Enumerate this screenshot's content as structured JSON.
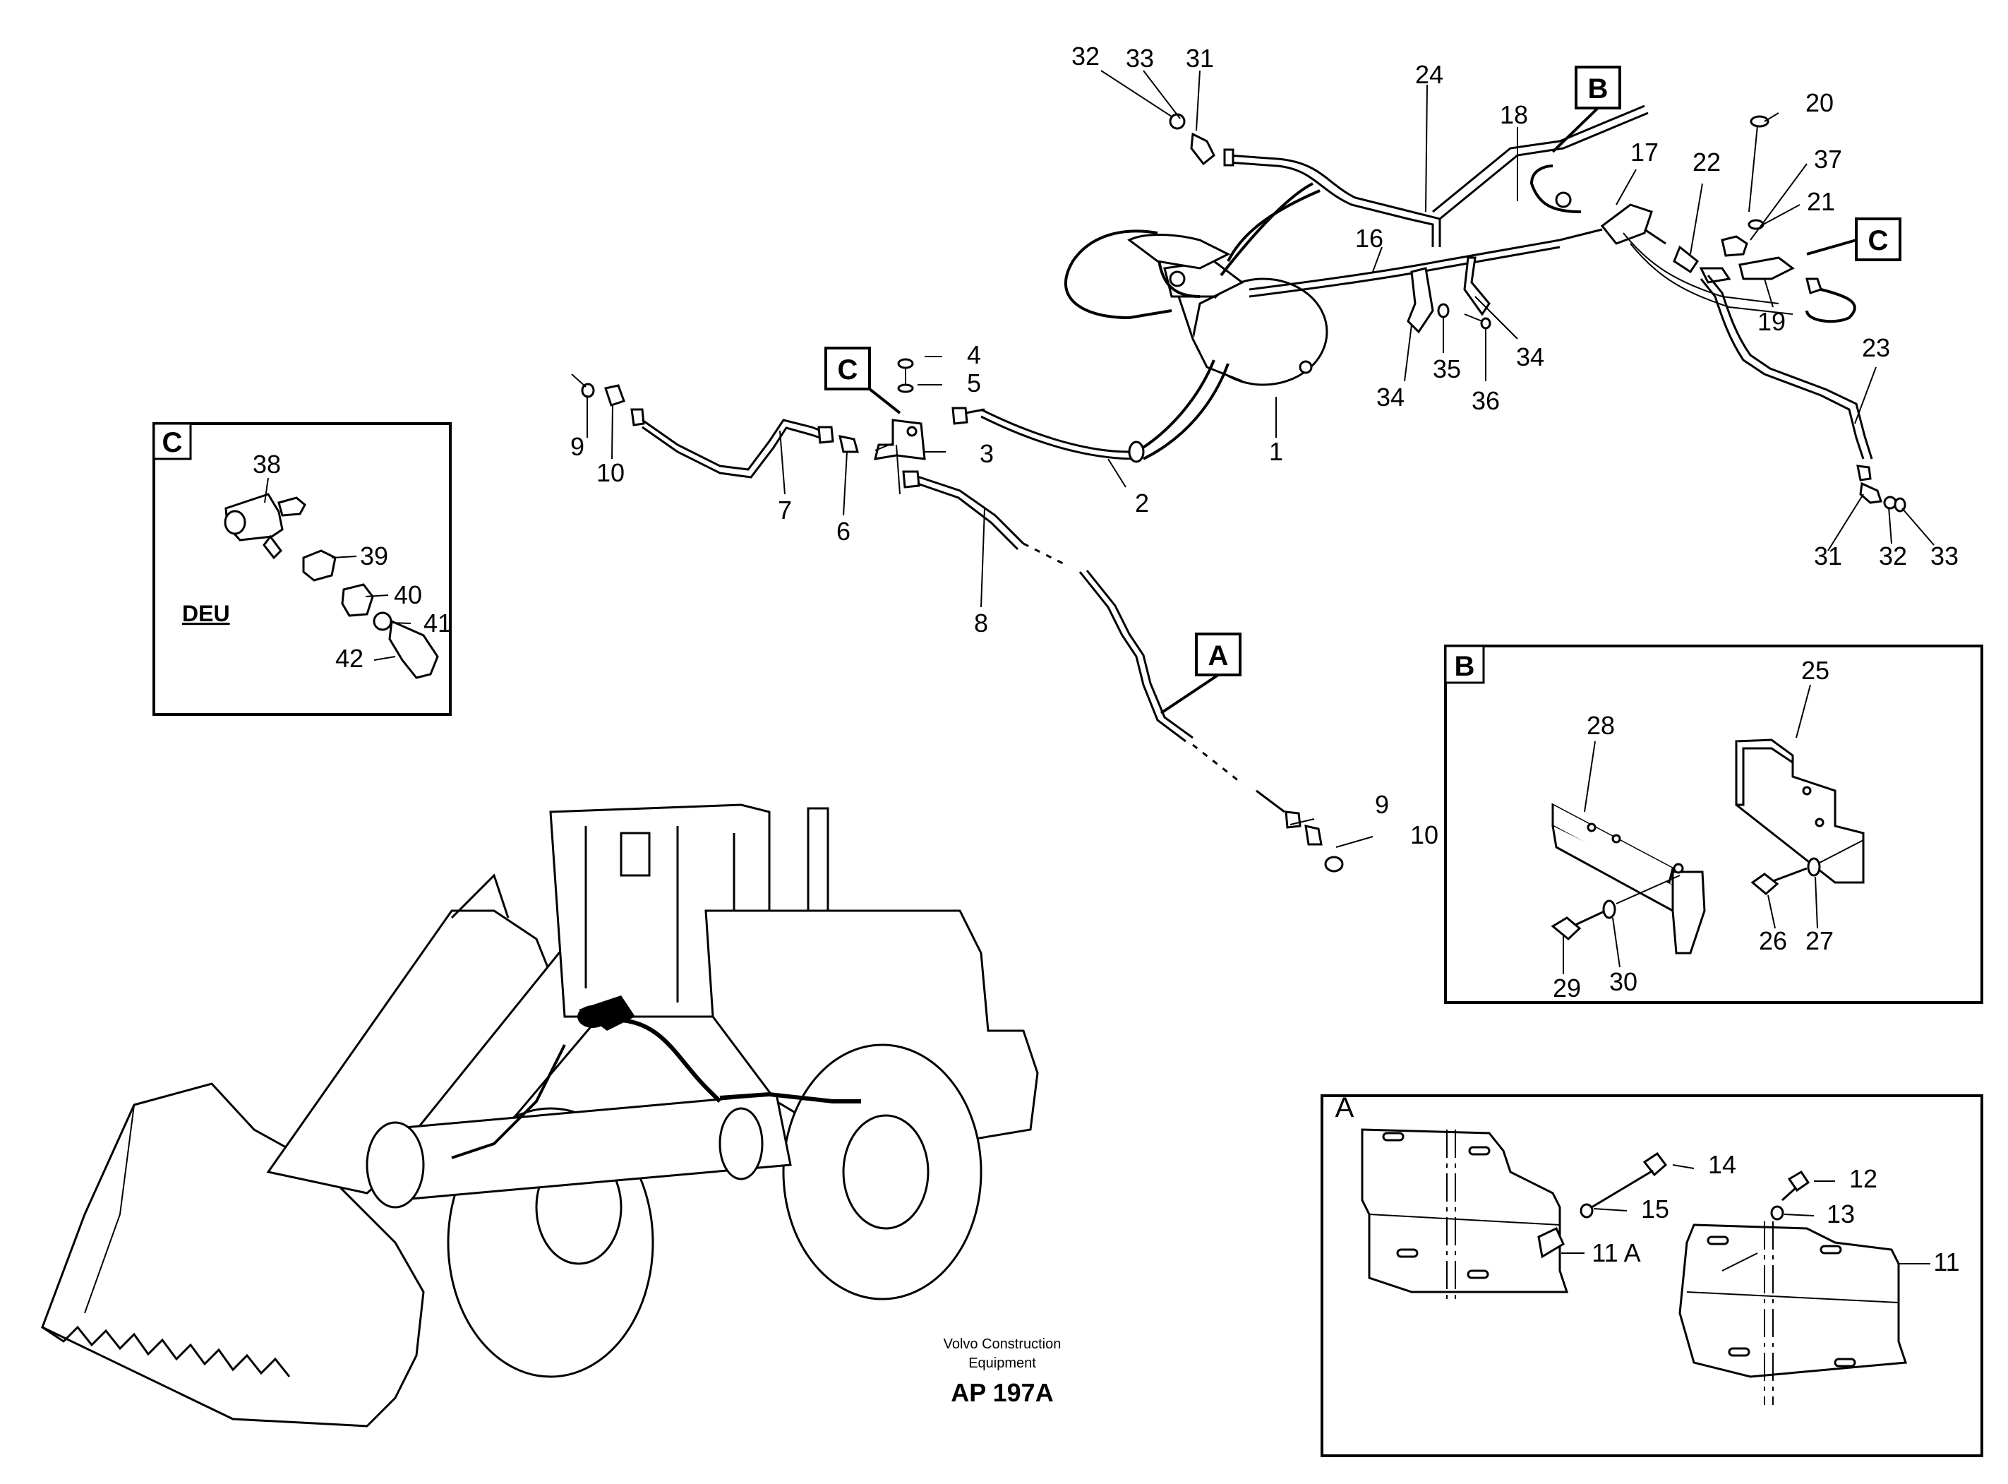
{
  "diagram": {
    "code": "AP 197A",
    "manufacturer_line1": "Volvo Construction",
    "manufacturer_line2": "Equipment",
    "views": {
      "A": "A",
      "B": "B",
      "C": "C"
    },
    "inset_c_note": "DEU",
    "inset_a_label_11a": "11 A",
    "callouts": {
      "p1": "1",
      "p2": "2",
      "p3": "3",
      "p4": "4",
      "p5": "5",
      "p6": "6",
      "p7": "7",
      "p8": "8",
      "p9": "9",
      "p10": "10",
      "p11": "11",
      "p12": "12",
      "p13": "13",
      "p14": "14",
      "p15": "15",
      "p16": "16",
      "p17": "17",
      "p18": "18",
      "p19": "19",
      "p20": "20",
      "p21": "21",
      "p22": "22",
      "p23": "23",
      "p24": "24",
      "p25": "25",
      "p26": "26",
      "p27": "27",
      "p28": "28",
      "p29": "29",
      "p30": "30",
      "p31": "31",
      "p32": "32",
      "p33": "33",
      "p34": "34",
      "p35": "35",
      "p36": "36",
      "p37": "37",
      "p38": "38",
      "p39": "39",
      "p40": "40",
      "p41": "41",
      "p42": "42"
    }
  }
}
